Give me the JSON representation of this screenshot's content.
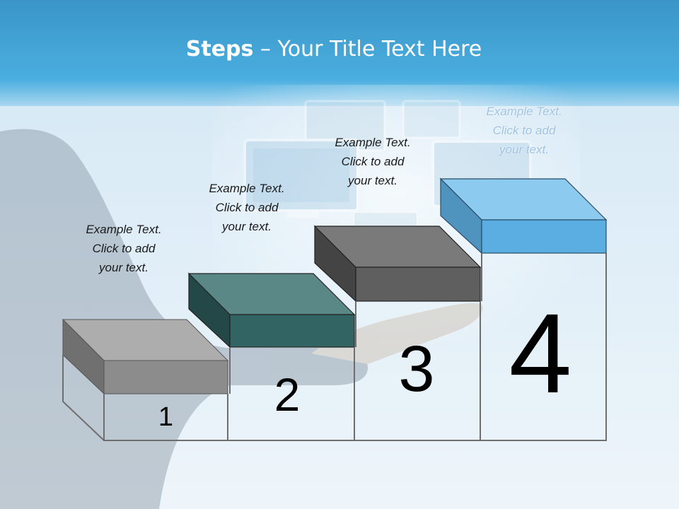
{
  "title": {
    "bold": "Steps",
    "rest": " – Your Title Text Here"
  },
  "colors": {
    "header": "#3aa0d8",
    "step1_block": "#8c8c8c",
    "step2_block": "#2f5f5f",
    "step3_block": "#5a5a5a",
    "step4_block": "#5aaee2"
  },
  "steps": [
    {
      "number": "1",
      "caption": [
        "Example Text.",
        "Click  to add",
        "your text."
      ]
    },
    {
      "number": "2",
      "caption": [
        "Example Text.",
        "Click  to add",
        "your text."
      ]
    },
    {
      "number": "3",
      "caption": [
        "Example Text.",
        "Click  to add",
        "your text."
      ]
    },
    {
      "number": "4",
      "caption": [
        "Example Text.",
        "Click  to add",
        "your text."
      ]
    }
  ]
}
